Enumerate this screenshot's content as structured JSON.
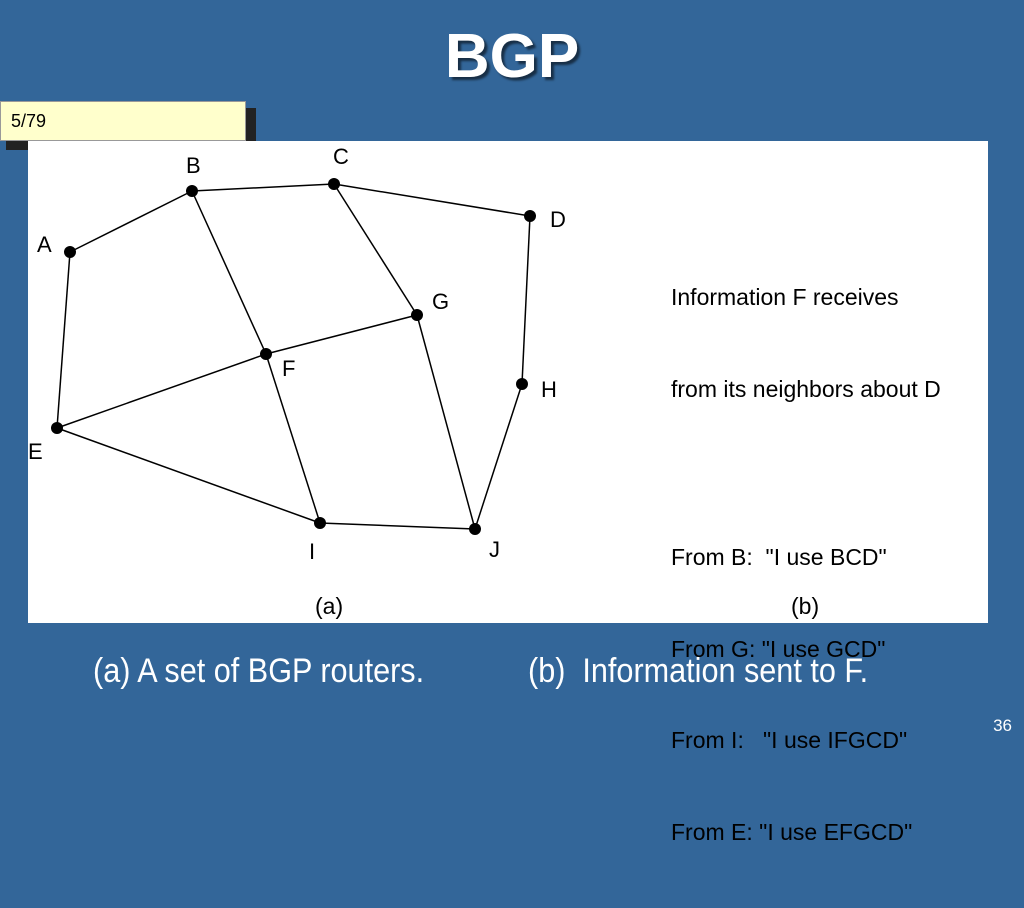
{
  "slide": {
    "title": "BGP",
    "counter": "5/79",
    "number": "36"
  },
  "diagram": {
    "nodes": [
      {
        "id": "A",
        "label": "A"
      },
      {
        "id": "B",
        "label": "B"
      },
      {
        "id": "C",
        "label": "C"
      },
      {
        "id": "D",
        "label": "D"
      },
      {
        "id": "E",
        "label": "E"
      },
      {
        "id": "F",
        "label": "F"
      },
      {
        "id": "G",
        "label": "G"
      },
      {
        "id": "H",
        "label": "H"
      },
      {
        "id": "I",
        "label": "I"
      },
      {
        "id": "J",
        "label": "J"
      }
    ],
    "edges": [
      [
        "A",
        "B"
      ],
      [
        "B",
        "C"
      ],
      [
        "C",
        "D"
      ],
      [
        "A",
        "E"
      ],
      [
        "B",
        "F"
      ],
      [
        "C",
        "G"
      ],
      [
        "F",
        "G"
      ],
      [
        "E",
        "F"
      ],
      [
        "F",
        "I"
      ],
      [
        "E",
        "I"
      ],
      [
        "G",
        "J"
      ],
      [
        "I",
        "J"
      ],
      [
        "D",
        "H"
      ],
      [
        "H",
        "J"
      ]
    ],
    "info_title": [
      "Information F receives",
      "from its neighbors about D"
    ],
    "info_lines": [
      "From B:  \"I use BCD\"",
      "From G: \"I use GCD\"",
      "From I:   \"I use IFGCD\"",
      "From E: \"I use EFGCD\""
    ],
    "label_a": "(a)",
    "label_b": "(b)"
  },
  "caption": {
    "a": "(a) A set of BGP routers.",
    "b": "(b)  Information sent to F."
  }
}
